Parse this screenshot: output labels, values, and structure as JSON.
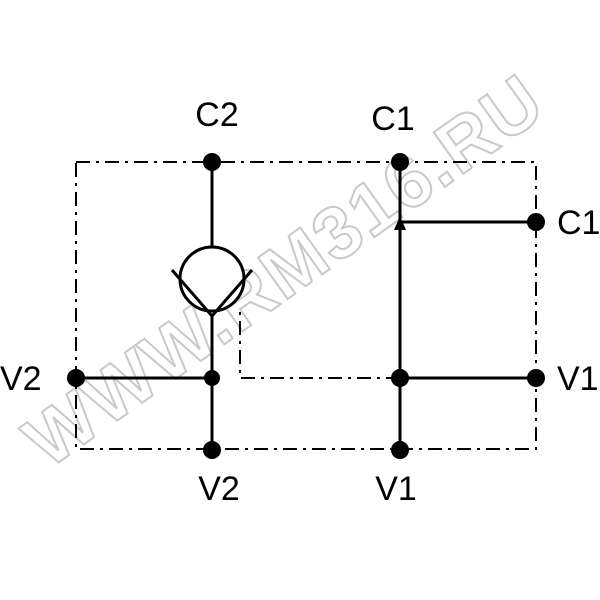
{
  "diagram": {
    "ports": {
      "top_left": "C2",
      "top_right": "C1",
      "right_upper": "C1",
      "left_middle": "V2",
      "right_middle": "V1",
      "bottom_left": "V2",
      "bottom_right": "V1"
    },
    "watermark": "WWW.RM316.RU",
    "colors": {
      "line": "#000000",
      "background": "#ffffff",
      "watermark_outline": "#c9c9c9"
    }
  }
}
